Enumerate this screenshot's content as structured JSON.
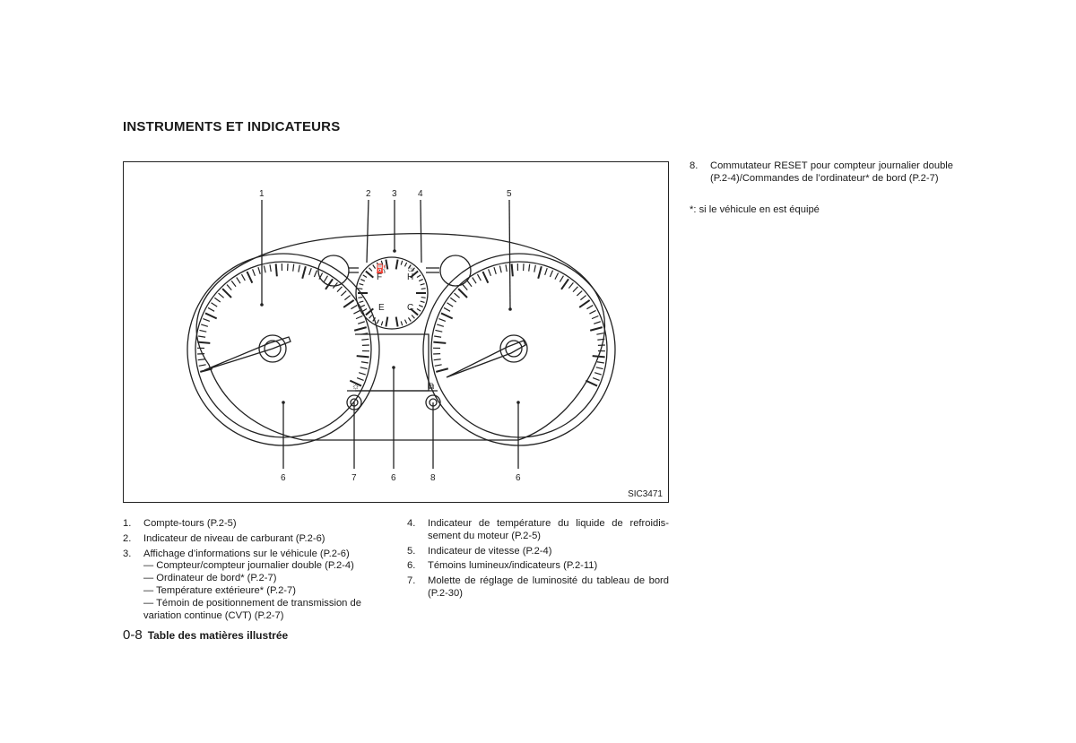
{
  "section_title": "INSTRUMENTS ET INDICATEURS",
  "figure": {
    "code": "SIC3471",
    "callouts_top": [
      "1",
      "2",
      "3",
      "4",
      "5"
    ],
    "callouts_bottom": [
      "6",
      "7",
      "6",
      "8",
      "6"
    ],
    "gauge_marks": {
      "fuel_full": "F",
      "fuel_empty": "E",
      "temp_hot": "H",
      "temp_cold": "C"
    }
  },
  "items_left": [
    {
      "num": "1.",
      "text": "Compte-tours (P.2-5)"
    },
    {
      "num": "2.",
      "text": "Indicateur de niveau de carburant (P.2-6)"
    },
    {
      "num": "3.",
      "text": "Affichage d’informations sur le véhicule (P.2-6)",
      "sub": [
        "— Compteur/compteur journalier double (P.2-4)",
        "— Ordinateur de bord* (P.2-7)",
        "— Température extérieure* (P.2-7)",
        "— Témoin de positionnement de transmission de variation continue (CVT) (P.2-7)"
      ]
    }
  ],
  "items_mid": [
    {
      "num": "4.",
      "text": "Indicateur de température du liquide de refroidis- sement du moteur (P.2-5)"
    },
    {
      "num": "5.",
      "text": "Indicateur de vitesse (P.2-4)"
    },
    {
      "num": "6.",
      "text": "Témoins lumineux/indicateurs (P.2-11)"
    },
    {
      "num": "7.",
      "text": "Molette de réglage de luminosité du tableau de bord (P.2-30)"
    }
  ],
  "items_right": [
    {
      "num": "8.",
      "text": "Commutateur RESET pour compteur journalier double (P.2-4)/Commandes de l’ordinateur* de bord (P.2-7)"
    }
  ],
  "footnote": "*: si le véhicule en est équipé",
  "footer": {
    "page": "0-8",
    "title": "Table des matières illustrée"
  }
}
